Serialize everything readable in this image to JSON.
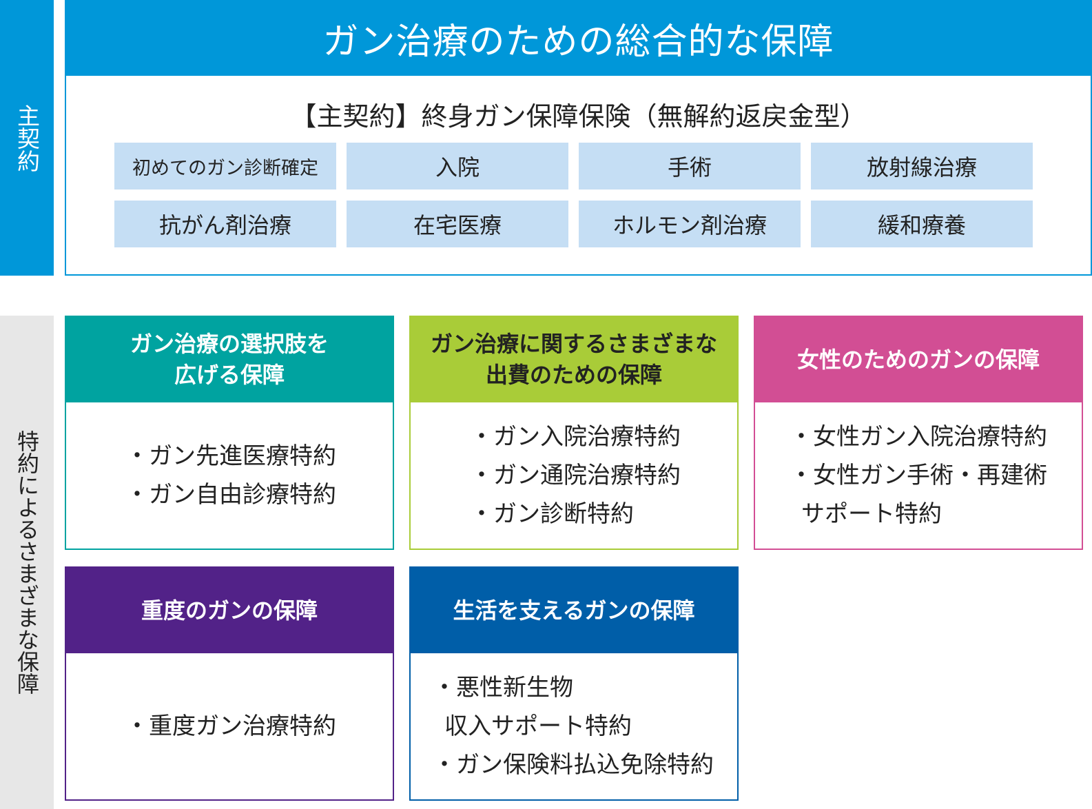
{
  "colors": {
    "main_blue": "#0097d9",
    "benefit_bg": "#c5def4",
    "riders_side_bg": "#e7e7e7",
    "teal": "#00a3a0",
    "lime": "#a9cc38",
    "pink": "#d24e94",
    "purple": "#522288",
    "dark_blue": "#005ea8"
  },
  "main_section": {
    "side_label": "主契約",
    "header_title": "ガン治療のための総合的な保障",
    "contract_name": "【主契約】終身ガン保障保険（無解約返戻金型）",
    "benefits": [
      "初めてのガン診断確定",
      "入院",
      "手術",
      "放射線治療",
      "抗がん剤治療",
      "在宅医療",
      "ホルモン剤治療",
      "緩和療養"
    ]
  },
  "riders_section": {
    "side_label": "特約によるさまざまな保障",
    "cards": [
      {
        "title_lines": [
          "ガン治療の選択肢を",
          "広げる保障"
        ],
        "items": [
          [
            "・ガン先進医療特約"
          ],
          [
            "・ガン自由診療特約"
          ]
        ]
      },
      {
        "title_lines": [
          "ガン治療に関するさまざまな",
          "出費のための保障"
        ],
        "items": [
          [
            "・ガン入院治療特約"
          ],
          [
            "・ガン通院治療特約"
          ],
          [
            "・ガン診断特約"
          ]
        ]
      },
      {
        "title_lines": [
          "女性のためのガンの保障"
        ],
        "items": [
          [
            "・女性ガン入院治療特約"
          ],
          [
            "・女性ガン手術・再建術",
            "サポート特約"
          ]
        ]
      },
      {
        "title_lines": [
          "重度のガンの保障"
        ],
        "items": [
          [
            "・重度ガン治療特約"
          ]
        ]
      },
      {
        "title_lines": [
          "生活を支えるガンの保障"
        ],
        "items": [
          [
            "・悪性新生物",
            "収入サポート特約"
          ],
          [
            "・ガン保険料払込免除特約"
          ]
        ]
      }
    ]
  }
}
